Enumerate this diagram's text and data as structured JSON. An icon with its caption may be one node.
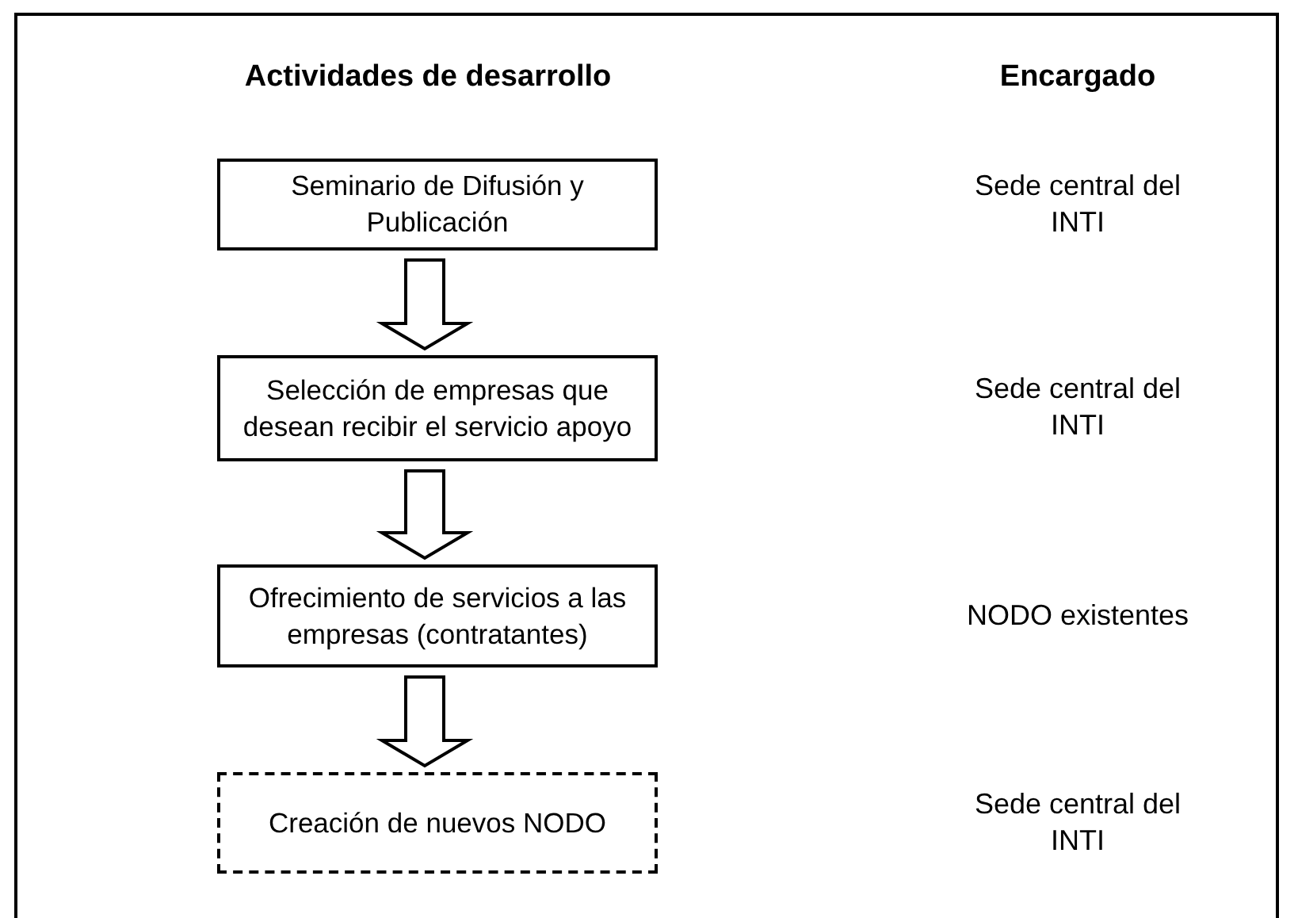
{
  "diagram": {
    "nodes": [
      {
        "text": [
          "Seminario de Difusión y Publicación"
        ]
      },
      {
        "text": [
          "Selección de empresas que desean recibir el servicio apoyo"
        ]
      },
      {
        "text": [
          "Ofrecimiento de servicios a las empresas (contratantes)"
        ]
      },
      {
        "text": [
          "Creación de nuevos NODO"
        ]
      }
    ],
    "edges": [
      {
        "from": 0,
        "to": 1,
        "arrow": "to"
      },
      {
        "from": 1,
        "to": 2,
        "arrow": "to"
      },
      {
        "from": 2,
        "to": 3,
        "arrow": "to"
      }
    ],
    "labels": [
      "Actividades de desarrollo",
      "Encargado",
      "Sede central del INTI",
      "Sede central del INTI",
      "NODO existentes",
      "Sede central del INTI"
    ]
  }
}
